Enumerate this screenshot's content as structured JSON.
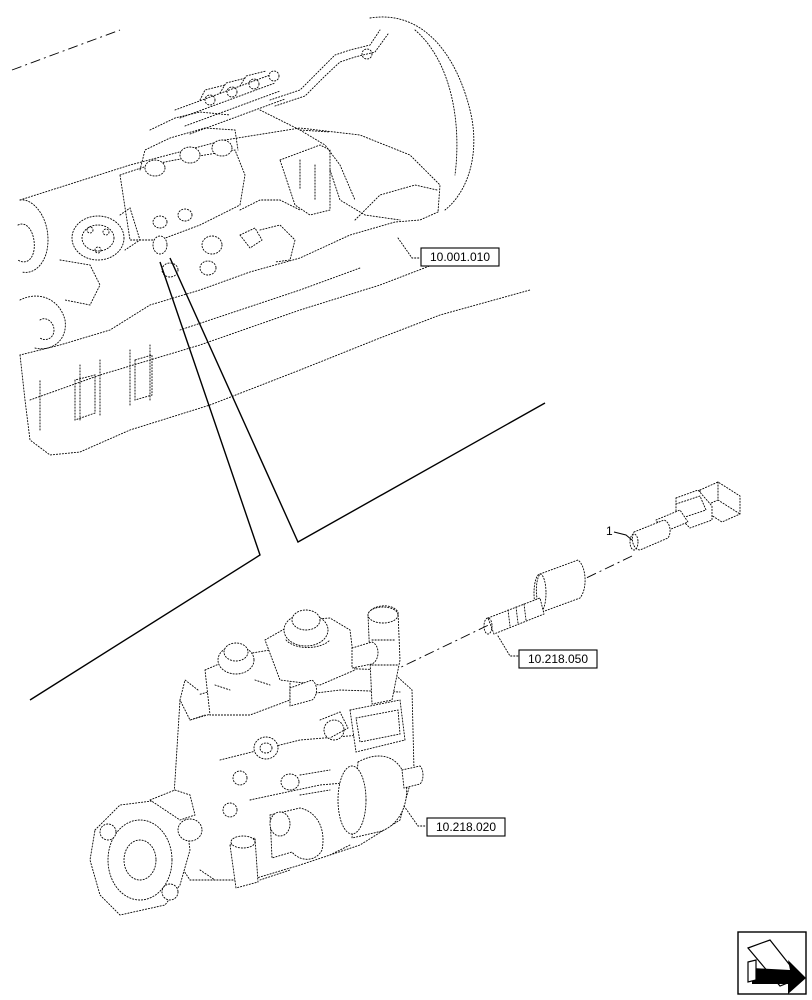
{
  "callouts": {
    "engine_ref": "10.001.010",
    "bushing_ref": "10.218.050",
    "pump_ref": "10.218.020",
    "item_number": "1"
  },
  "icons": {
    "nav": "next-page-arrow-icon"
  }
}
